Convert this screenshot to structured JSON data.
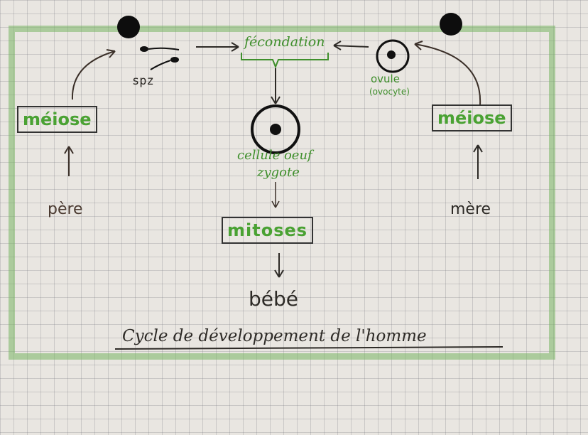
{
  "diagram": {
    "spz_label": "spz",
    "fecondation_label": "fécondation",
    "ovule_label": "ovule",
    "ovocyte_label": "(ovocyte)",
    "meiose_left_label": "méiose",
    "meiose_right_label": "méiose",
    "cellule_oeuf_label": "cellule oeuf",
    "zygote_label": "zygote",
    "mitoses_label": "mitoses",
    "pere_label": "père",
    "mere_label": "mère",
    "bebe_label": "bébé",
    "caption": "Cycle de développement de l'homme"
  }
}
